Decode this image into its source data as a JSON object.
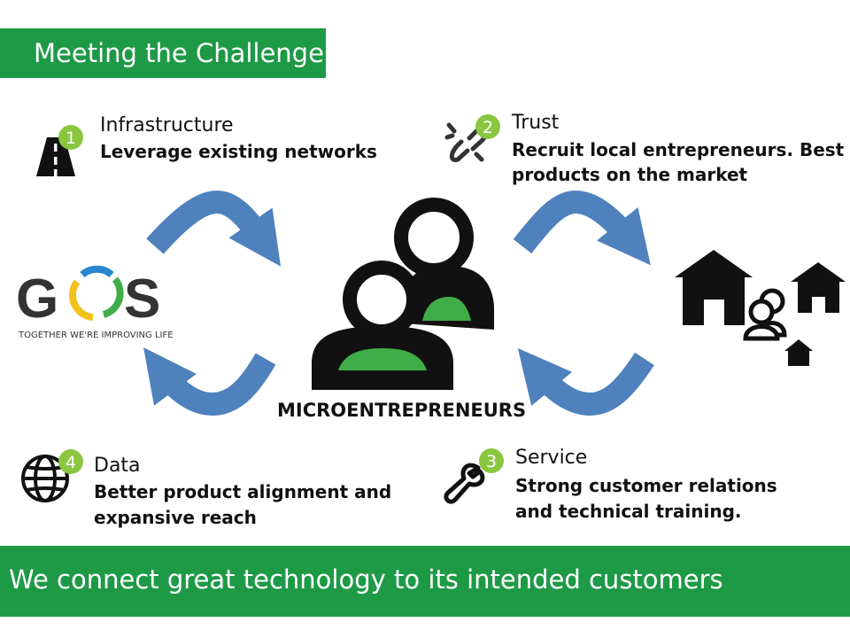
{
  "title": "Meeting the Challenge",
  "footer": "We connect great technology to its intended customers",
  "center": {
    "label": "MICROENTREPRENEURS",
    "icon": "people-icon"
  },
  "logo": {
    "letters_left": "G",
    "letters_right": "S",
    "tagline": "TOGETHER WE'RE IMPROVING LIFE"
  },
  "steps": [
    {
      "number": "1",
      "title": "Infrastructure",
      "desc_lines": [
        "Leverage existing networks"
      ],
      "icon": "road-icon"
    },
    {
      "number": "2",
      "title": "Trust",
      "desc_lines": [
        "Recruit local entrepreneurs. Best",
        "products on the market"
      ],
      "icon": "broken-link-icon"
    },
    {
      "number": "3",
      "title": "Service",
      "desc_lines": [
        "Strong customer relations",
        "and technical training."
      ],
      "icon": "wrench-icon"
    },
    {
      "number": "4",
      "title": "Data",
      "desc_lines": [
        "Better product alignment and",
        "expansive reach"
      ],
      "icon": "globe-icon"
    }
  ],
  "colors": {
    "brand_green": "#1e9a47",
    "badge_green": "#8ac640",
    "arrow_blue": "#4f81bd",
    "logo_blue": "#2a86d1",
    "logo_yellow": "#f2c21b",
    "logo_green": "#3fae49"
  }
}
